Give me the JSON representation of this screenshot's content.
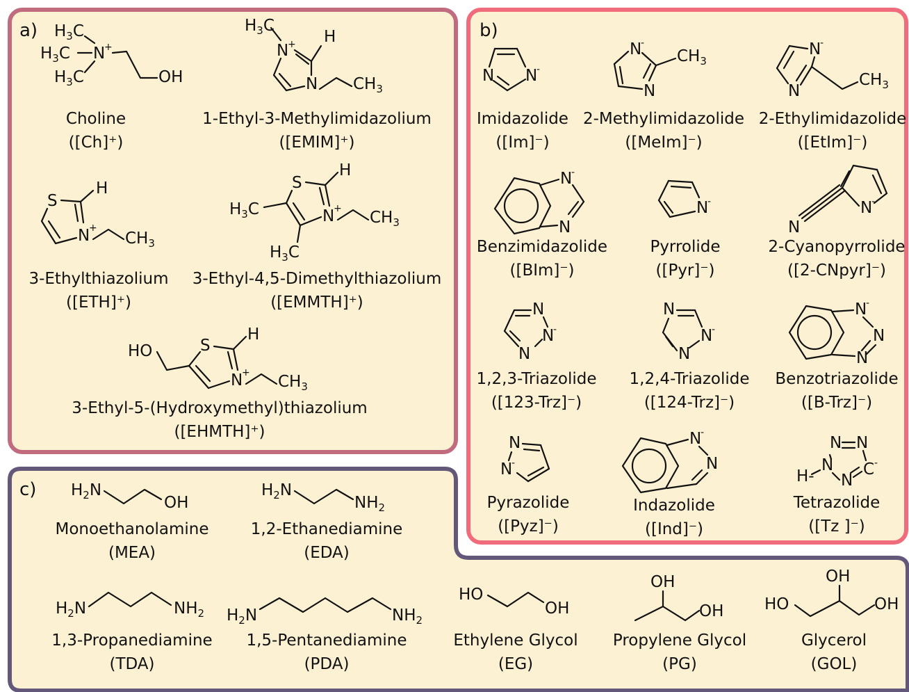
{
  "colors": {
    "panel_fill": "#fdf1d4",
    "panel_a_border": "#c06b7e",
    "panel_b_border": "#f06c7c",
    "panel_c_border": "#635879"
  },
  "panels": {
    "a": {
      "label": "a)",
      "molecules": [
        {
          "name": "Choline",
          "abbr": "([Ch]⁺)"
        },
        {
          "name": "1-Ethyl-3-Methylimidazolium",
          "abbr": "([EMIM]⁺)"
        },
        {
          "name": "3-Ethylthiazolium",
          "abbr": "([ETH]⁺)"
        },
        {
          "name": "3-Ethyl-4,5-Dimethylthiazolium",
          "abbr": "([EMMTH]⁺)"
        },
        {
          "name": "3-Ethyl-5-(Hydroxymethyl)thiazolium",
          "abbr": "([EHMTH]⁺)"
        }
      ]
    },
    "b": {
      "label": "b)",
      "molecules": [
        {
          "name": "Imidazolide",
          "abbr": "([Im]⁻)"
        },
        {
          "name": "2-Methylimidazolide",
          "abbr": "([MeIm]⁻)"
        },
        {
          "name": "2-Ethylimidazolide",
          "abbr": "([EtIm]⁻)"
        },
        {
          "name": "Benzimidazolide",
          "abbr": "([BIm]⁻)"
        },
        {
          "name": "Pyrrolide",
          "abbr": "([Pyr]⁻)"
        },
        {
          "name": "2-Cyanopyrrolide",
          "abbr": "([2-CNpyr]⁻)"
        },
        {
          "name": "1,2,3-Triazolide",
          "abbr": "([123-Trz]⁻)"
        },
        {
          "name": "1,2,4-Triazolide",
          "abbr": "([124-Trz]⁻)"
        },
        {
          "name": "Benzotriazolide",
          "abbr": "([B-Trz]⁻)"
        },
        {
          "name": "Pyrazolide",
          "abbr": "([Pyz]⁻)"
        },
        {
          "name": "Indazolide",
          "abbr": "([Ind]⁻)"
        },
        {
          "name": "Tetrazolide",
          "abbr": "([Tz ]⁻)"
        }
      ]
    },
    "c": {
      "label": "c)",
      "molecules": [
        {
          "name": "Monoethanolamine",
          "abbr": "(MEA)"
        },
        {
          "name": "1,2-Ethanediamine",
          "abbr": "(EDA)"
        },
        {
          "name": "1,3-Propanediamine",
          "abbr": "(TDA)"
        },
        {
          "name": "1,5-Pentanediamine",
          "abbr": "(PDA)"
        },
        {
          "name": "Ethylene Glycol",
          "abbr": "(EG)"
        },
        {
          "name": "Propylene Glycol",
          "abbr": "(PG)"
        },
        {
          "name": "Glycerol",
          "abbr": "(GOL)"
        }
      ]
    }
  },
  "atoms": {
    "N": "N",
    "N_plus": "+",
    "N_minus": "-",
    "C_minus": "-",
    "H": "H",
    "S": "S",
    "O": "O",
    "H3C": "H3C",
    "CH3": "CH3",
    "OH": "OH",
    "HO": "HO",
    "H2N": "H2N",
    "NH2": "NH2",
    "H_dash": "H-"
  }
}
